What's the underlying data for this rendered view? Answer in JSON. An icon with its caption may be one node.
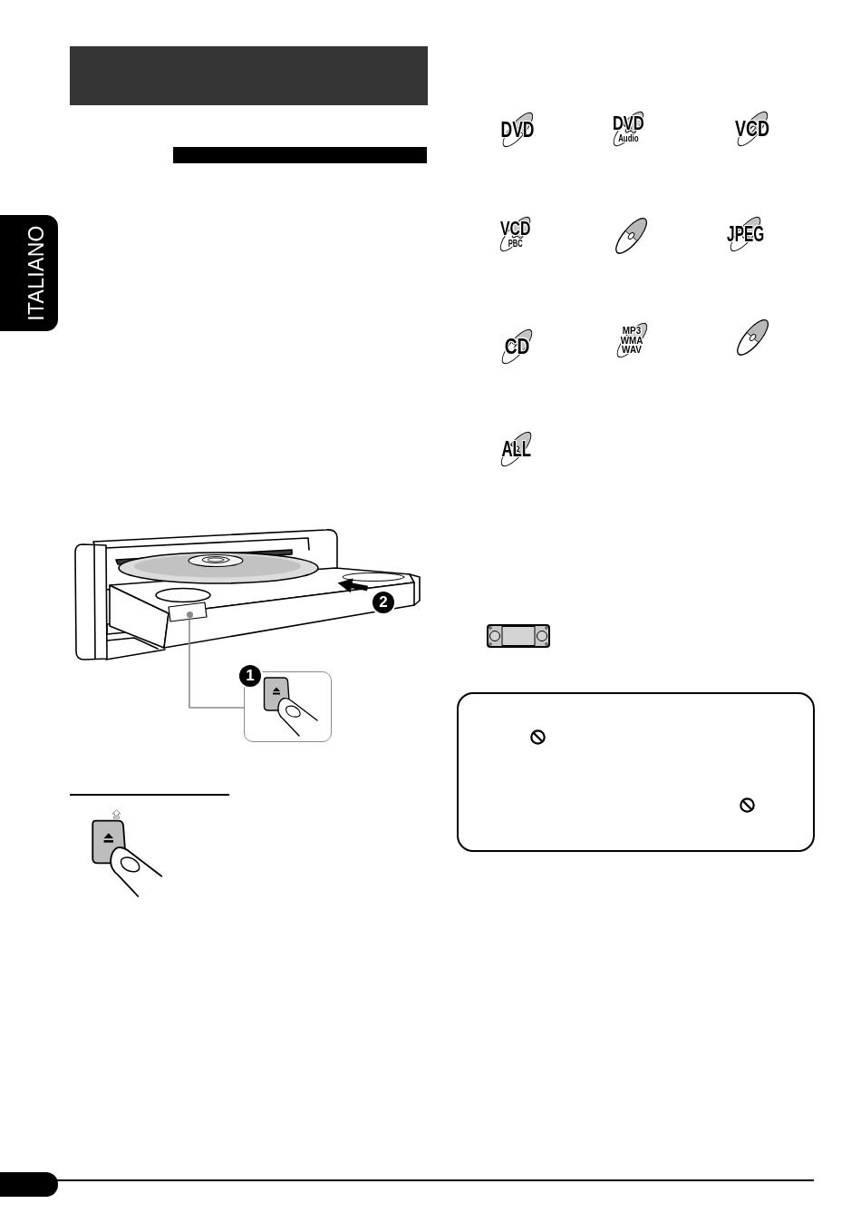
{
  "diagram": {
    "nodes": [
      {
        "text": [],
        "shape": "bar"
      },
      {
        "text": [],
        "shape": "bar"
      },
      {
        "text": [
          "1"
        ]
      },
      {
        "text": [],
        "shape": "circle"
      }
    ],
    "edges": [
      {
        "from": 2,
        "to": 3,
        "arrow": "none"
      }
    ],
    "labels": [
      "ITALIANO",
      "2",
      "DVD",
      "DVD Audio",
      "VCD",
      "VCD PBC",
      "JPEG",
      "CD",
      "MP3 WMA WAV",
      "ALL"
    ]
  }
}
